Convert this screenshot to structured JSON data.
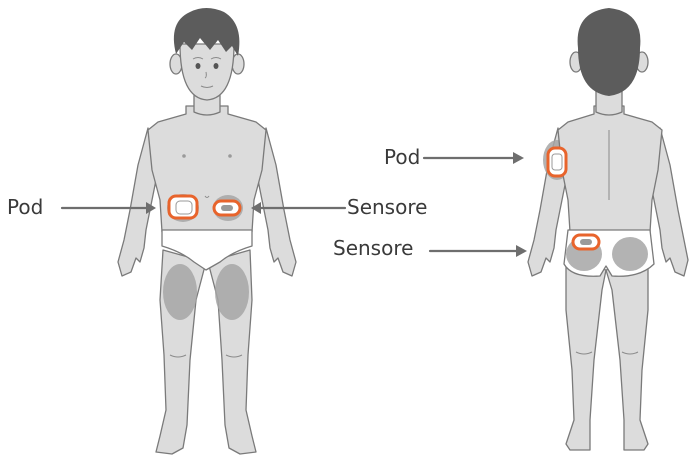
{
  "front_view": {
    "pod_label": "Pod",
    "sensor_label": "Sensore"
  },
  "back_view": {
    "pod_label": "Pod",
    "sensor_label": "Sensore"
  },
  "colors": {
    "outline": "#7a7a7a",
    "skin": "#dcdcdc",
    "hair": "#5c5c5c",
    "site_zone": "#a6a6a6",
    "device_outline": "#e8642c",
    "arrow": "#6e6e6e",
    "label_text": "#3a3a3a"
  }
}
